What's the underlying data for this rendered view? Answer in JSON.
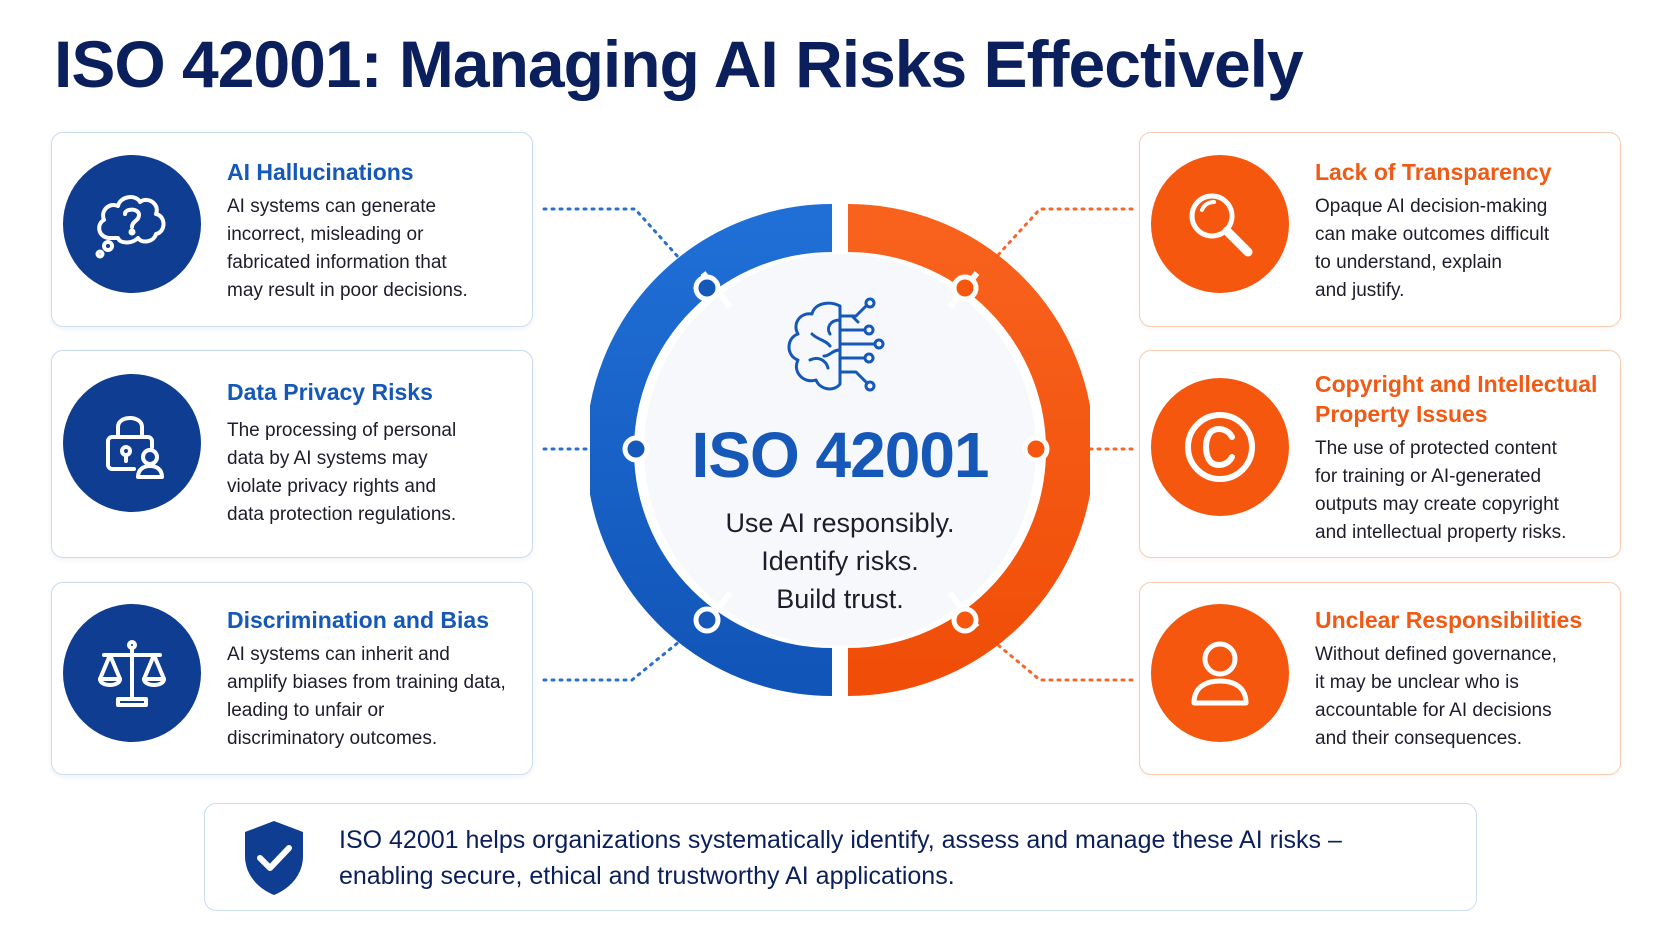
{
  "title": "ISO 42001: Managing AI Risks Effectively",
  "colors": {
    "navy": "#0b1f5c",
    "blue": "#1558b8",
    "dark_blue": "#0f3d91",
    "orange": "#f5570f"
  },
  "left_cards": [
    {
      "icon": "thought-cloud-question-icon",
      "heading": "AI Hallucinations",
      "lines": [
        "AI systems can generate",
        "incorrect, misleading or",
        "fabricated information that",
        "may result in poor decisions."
      ]
    },
    {
      "icon": "lock-user-icon",
      "heading": "Data Privacy Risks",
      "lines": [
        "The processing of personal",
        "data by AI systems may",
        "violate privacy rights and",
        "data protection regulations."
      ]
    },
    {
      "icon": "scales-icon",
      "heading": "Discrimination and Bias",
      "lines": [
        "AI systems can inherit and",
        "amplify biases from training data,",
        "leading to unfair or",
        "discriminatory outcomes."
      ]
    }
  ],
  "right_cards": [
    {
      "icon": "magnifier-icon",
      "heading_lines": [
        "Lack of Transparency"
      ],
      "lines": [
        "Opaque AI decision-making",
        "can make outcomes difficult",
        "to understand, explain",
        "and justify."
      ]
    },
    {
      "icon": "copyright-icon",
      "heading_lines": [
        "Copyright and Intellectual",
        "Property Issues"
      ],
      "lines": [
        "The use of protected content",
        "for training or AI-generated",
        "outputs may create copyright",
        "and intellectual property risks."
      ]
    },
    {
      "icon": "person-icon",
      "heading_lines": [
        "Unclear Responsibilities"
      ],
      "lines": [
        "Without defined governance,",
        "it may be unclear who is",
        "accountable for AI decisions",
        "and their consequences."
      ]
    }
  ],
  "center": {
    "icon": "brain-circuit-icon",
    "title": "ISO 42001",
    "taglines": [
      "Use AI responsibly.",
      "Identify risks.",
      "Build trust."
    ]
  },
  "footer": {
    "icon": "shield-check-icon",
    "lines": [
      "ISO 42001 helps organizations systematically identify, assess and manage these AI risks –",
      "enabling secure, ethical and trustworthy AI applications."
    ]
  }
}
